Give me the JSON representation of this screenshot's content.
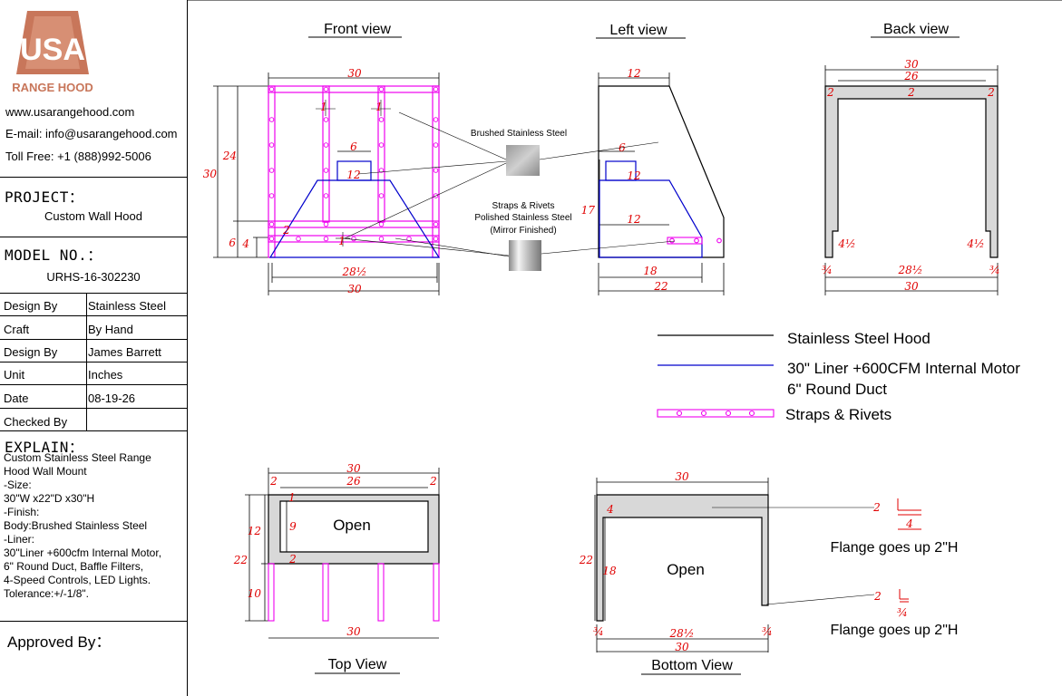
{
  "brand": {
    "logo_text": "USA",
    "logo_subtext": "RANGE HOOD",
    "website": "www.usarangehood.com",
    "email": "E-mail: info@usarangehood.com",
    "phone": "Toll Free: +1 (888)992-5006"
  },
  "project": {
    "label": "PROJECT：",
    "value": "Custom Wall Hood"
  },
  "model": {
    "label": "MODEL NO.：",
    "value": "URHS-16-302230"
  },
  "info_table": [
    {
      "label": "Design By",
      "value": "Stainless Steel"
    },
    {
      "label": "Craft",
      "value": "By Hand"
    },
    {
      "label": "Design By",
      "value": "James Barrett"
    },
    {
      "label": "Unit",
      "value": "Inches"
    },
    {
      "label": "Date",
      "value": "08-19-26"
    },
    {
      "label": "Checked By",
      "value": ""
    }
  ],
  "explain": {
    "label": "EXPLAIN：",
    "lines": [
      "Custom Stainless Steel Range",
      "Hood Wall Mount",
      "-Size:",
      "30\"W x22\"D x30\"H",
      "-Finish:",
      "Body:Brushed Stainless Steel",
      "-Liner:",
      "30\"Liner +600cfm Internal Motor,",
      "6\" Round Duct, Baffle Filters,",
      "4-Speed Controls, LED Lights.",
      "Tolerance:+/-1/8\"."
    ]
  },
  "approved_by": "Approved By：",
  "views": {
    "front": "Front view",
    "left": "Left view",
    "back": "Back view",
    "top": "Top View",
    "bottom": "Bottom View"
  },
  "materials": {
    "brushed": "Brushed Stainless Steel",
    "polished_1": "Straps & Rivets",
    "polished_2": "Polished Stainless Steel",
    "polished_3": "(Mirror Finished)"
  },
  "legend": {
    "hood": "Stainless Steel Hood",
    "liner_1": "30\" Liner +600CFM Internal  Motor",
    "liner_2": "6\" Round Duct",
    "straps": "Straps & Rivets"
  },
  "open_label": "Open",
  "flange_note": "Flange goes up 2\"H",
  "dims": {
    "d30": "30",
    "d24": "24",
    "d26": "26",
    "d22": "22",
    "d18": "18",
    "d17": "17",
    "d12": "12",
    "d10": "10",
    "d9": "9",
    "d6": "6",
    "d4": "4",
    "d2": "2",
    "d1": "1",
    "d28h": "28½",
    "d4h": "4½",
    "d3q": "¾"
  },
  "colors": {
    "logo": "#c8765a",
    "liner": "#0000cc",
    "straps": "#ee00ee",
    "dimension": "#e00000"
  }
}
